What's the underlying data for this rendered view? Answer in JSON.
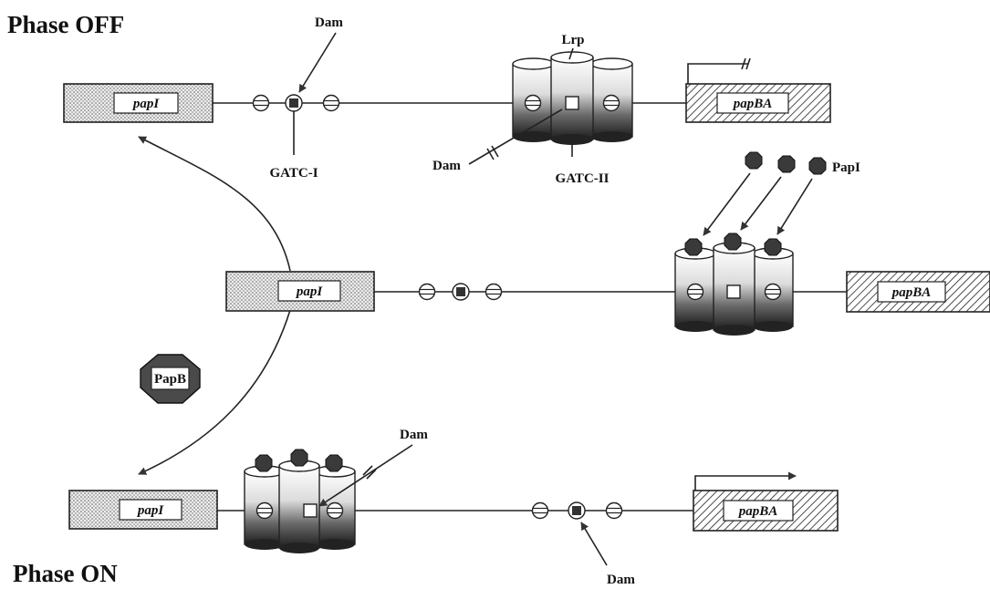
{
  "phase_labels": {
    "off": "Phase OFF",
    "on": "Phase ON"
  },
  "genes": {
    "papI": "papI",
    "papBA": "papBA"
  },
  "proteins": {
    "lrp": "Lrp",
    "papI": "PapI",
    "papB": "PapB"
  },
  "sites": {
    "gatc1": "GATC-I",
    "gatc2": "GATC-II"
  },
  "enzyme": {
    "dam": "Dam"
  }
}
